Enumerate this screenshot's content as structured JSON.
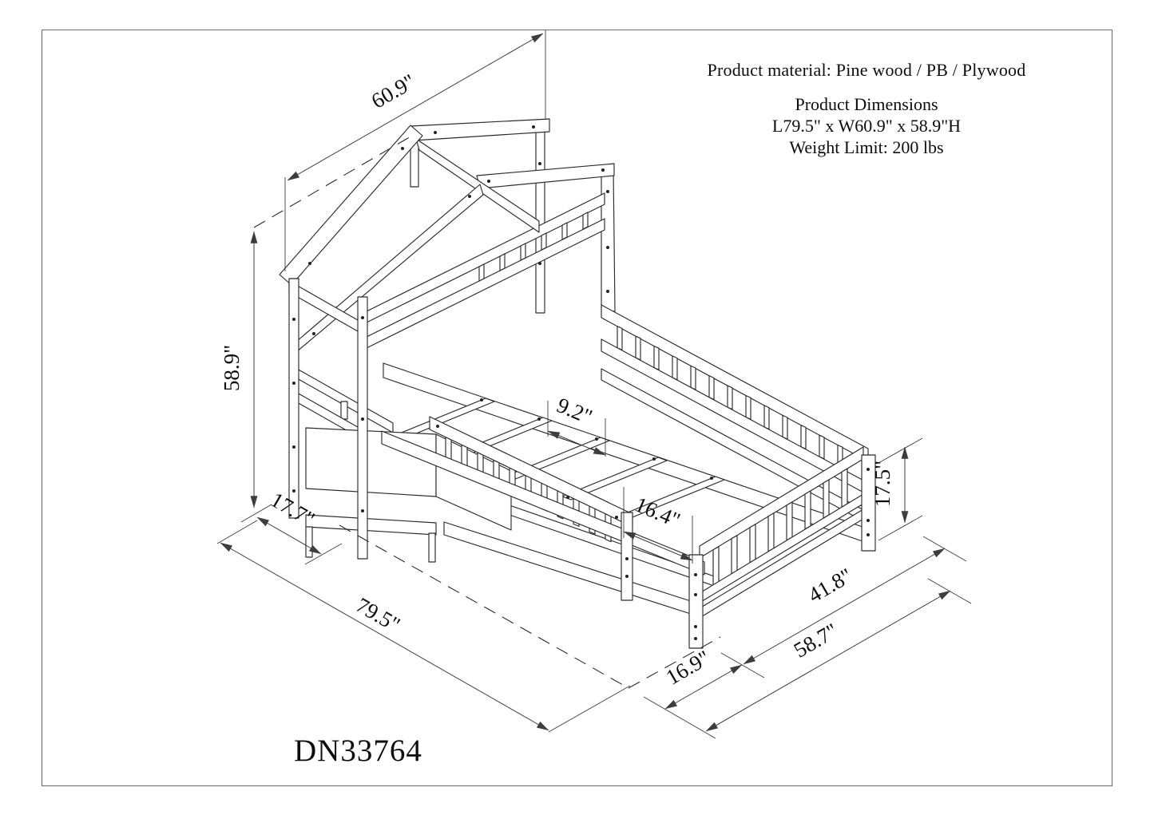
{
  "info_panel": {
    "material_line": "Product material: Pine wood / PB / Plywood",
    "dimensions_title": "Product Dimensions",
    "dimensions_value": "L79.5\" x W60.9\" x 58.9\"H",
    "weight_limit": "Weight Limit: 200 lbs"
  },
  "model_number": "DN33764",
  "dimension_labels": {
    "roof_width": "60.9\"",
    "overall_height": "58.9\"",
    "house_depth": "17.7\"",
    "overall_length": "79.5\"",
    "slat_spacing": "9.2\"",
    "slat_section": "16.4\"",
    "foot_section": "16.9\"",
    "guardrail_length": "41.8\"",
    "bed_length": "58.7\"",
    "footboard_height": "17.5\""
  },
  "drawing": {
    "type": "isometric line drawing",
    "subject": "house-shaped twin bed frame with gable roof, shelf, storage cabinet, guardrails, slats and footboard",
    "line_color": "#2b2b2b",
    "background": "#ffffff"
  }
}
